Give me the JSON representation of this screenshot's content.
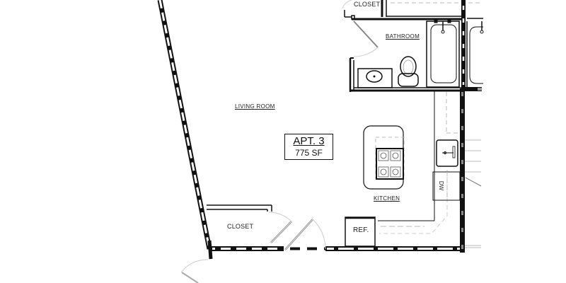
{
  "plan": {
    "unit_label": "APT. 3",
    "unit_area": "775 SF",
    "rooms": {
      "living_room": "LIVING ROOM",
      "bathroom": "BATHROOM",
      "kitchen": "KITCHEN",
      "closet_top": "CLOSET",
      "closet_bottom": "CLOSET"
    },
    "fixtures": {
      "refrigerator": "REF.",
      "dishwasher": "DW"
    }
  },
  "colors": {
    "wall": "#111111",
    "wall_gap": "#ffffff",
    "partition": "#222222",
    "dashed": "#b0b0b0",
    "door_swing": "#c8c8c8"
  }
}
